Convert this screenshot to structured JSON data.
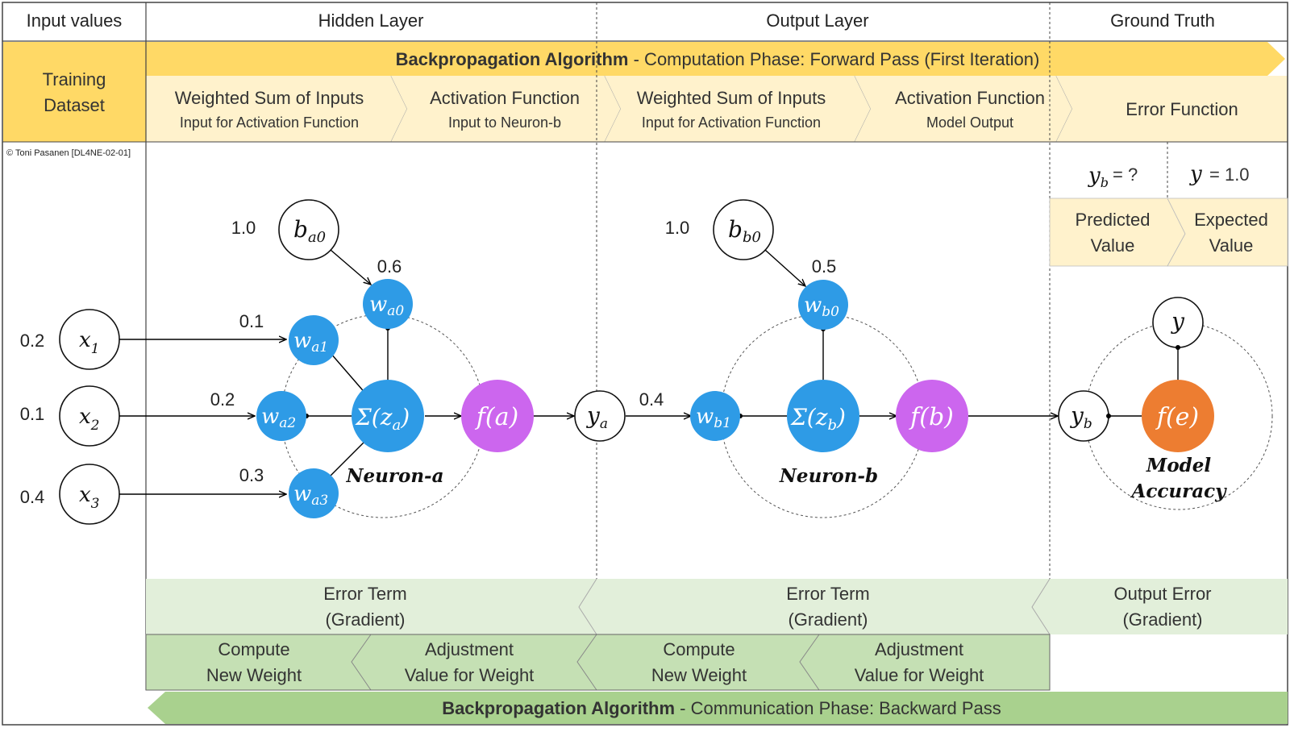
{
  "headers": {
    "input_values": "Input values",
    "hidden_layer": "Hidden Layer",
    "output_layer": "Output Layer",
    "ground_truth": "Ground Truth"
  },
  "training_dataset": [
    "Training",
    "Dataset"
  ],
  "forward_banner": {
    "title": "Backpropagation Algorithm",
    "rest": " - Computation Phase: Forward Pass (First Iteration)"
  },
  "forward_steps": [
    {
      "title": "Weighted Sum of Inputs",
      "sub": "Input for Activation Function"
    },
    {
      "title": "Activation Function",
      "sub": "Input to Neuron-b"
    },
    {
      "title": "Weighted Sum of Inputs",
      "sub": "Input for Activation Function"
    },
    {
      "title": "Activation Function",
      "sub": "Model Output"
    },
    {
      "title": "Error Function",
      "sub": ""
    }
  ],
  "copyright": "© Toni Pasanen [DL4NE-02-01]",
  "ground_truth": {
    "predicted_eq": "= ?",
    "expected_eq": "= 1.0",
    "predicted_label": [
      "Predicted",
      "Value"
    ],
    "expected_label": [
      "Expected",
      "Value"
    ]
  },
  "inputs": [
    {
      "value": "0.2",
      "name": "x",
      "sub": "1",
      "weight": "0.1"
    },
    {
      "value": "0.1",
      "name": "x",
      "sub": "2",
      "weight": "0.2"
    },
    {
      "value": "0.4",
      "name": "x",
      "sub": "3",
      "weight": "0.3"
    }
  ],
  "neuron_a": {
    "bias_value": "1.0",
    "bias_weight": "0.6",
    "label": "Neuron-a",
    "sum": "Σ(z",
    "sum_sub": "a",
    "act": "f(a)"
  },
  "neuron_b": {
    "bias_value": "1.0",
    "bias_weight": "0.5",
    "label": "Neuron-b",
    "sum": "Σ(z",
    "sum_sub": "b",
    "act": "f(b)",
    "input_weight": "0.4"
  },
  "error_node": {
    "act": "f(e)",
    "label": [
      "Model",
      "Accuracy"
    ]
  },
  "backward_terms": [
    [
      "Error Term",
      "(Gradient)"
    ],
    [
      "Error Term",
      "(Gradient)"
    ],
    [
      "Output Error",
      "(Gradient)"
    ]
  ],
  "backward_steps": [
    [
      "Compute",
      "New Weight"
    ],
    [
      "Adjustment",
      "Value for Weight"
    ],
    [
      "Compute",
      "New Weight"
    ],
    [
      "Adjustment",
      "Value for Weight"
    ]
  ],
  "backward_banner": {
    "title": "Backpropagation Algorithm",
    "rest": " - Communication Phase: Backward Pass"
  },
  "colors": {
    "yellow_banner": "#FFD966",
    "yellow_light": "#FFF2CC",
    "blue_node": "#2E9BE6",
    "purple_node": "#CC66EE",
    "orange_node": "#ED7D31",
    "green_light": "#E2EFDA",
    "green_mid": "#C5E0B4",
    "green_dark": "#A9D18E"
  }
}
